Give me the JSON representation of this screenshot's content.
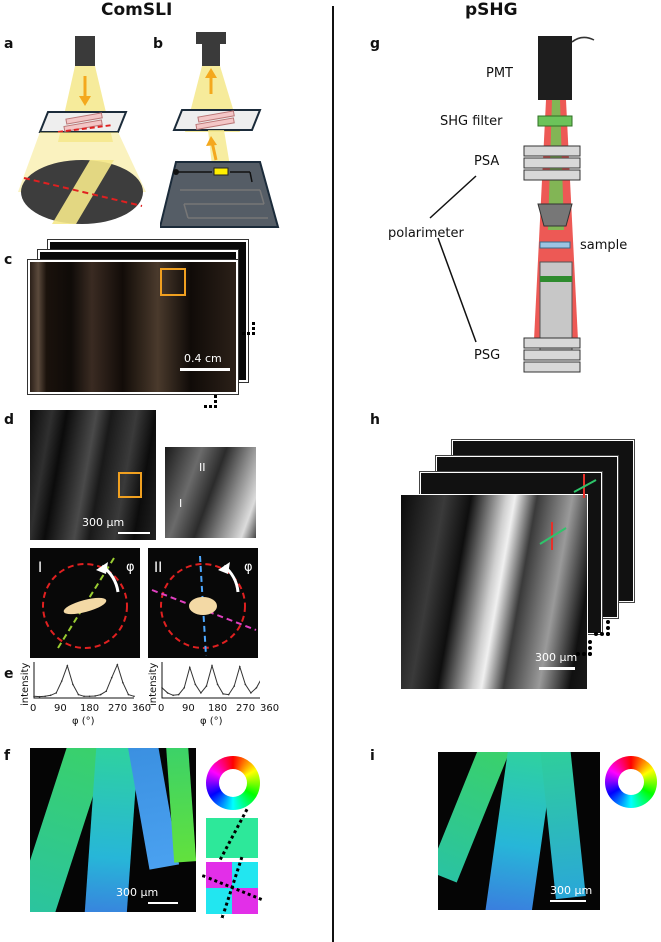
{
  "headers": {
    "left": "ComSLI",
    "right": "pSHG"
  },
  "panels": {
    "a": "a",
    "b": "b",
    "c": "c",
    "d": "d",
    "e": "e",
    "f": "f",
    "g": "g",
    "h": "h",
    "i": "i"
  },
  "scalebars": {
    "c": "0.4 cm",
    "d": "300 µm",
    "f": "300 µm",
    "h": "300 µm",
    "i": "300 µm"
  },
  "insets": {
    "I": "I",
    "II": "II",
    "phi": "φ"
  },
  "plot_e": {
    "ylabel": "intensity",
    "xlabel": "φ (°)",
    "ticks": [
      "0",
      "90",
      "180",
      "270",
      "360"
    ]
  },
  "pshg_labels": {
    "pmt": "PMT",
    "shg_filter": "SHG filter",
    "psa": "PSA",
    "polarimeter": "polarimeter",
    "sample": "sample",
    "psg": "PSG"
  },
  "colors": {
    "beam_yellow": "#f5e88a",
    "arrow_orange": "#f4a81d",
    "roi_orange": "#f0a020",
    "laser_red": "#e8302a",
    "filter_green": "#4caf50",
    "sample_blue": "#9cc4e4"
  },
  "chart_data": [
    {
      "type": "line",
      "name": "panel e I",
      "x": [
        0,
        20,
        40,
        60,
        80,
        100,
        120,
        140,
        160,
        180,
        200,
        220,
        240,
        260,
        280,
        300,
        320,
        340,
        360
      ],
      "values": [
        0.05,
        0.04,
        0.05,
        0.08,
        0.15,
        0.5,
        0.95,
        0.4,
        0.1,
        0.05,
        0.05,
        0.06,
        0.1,
        0.2,
        0.6,
        0.98,
        0.45,
        0.1,
        0.05
      ],
      "ticks": [
        "0",
        "90",
        "180",
        "270",
        "360"
      ]
    },
    {
      "type": "line",
      "name": "panel e II",
      "x": [
        0,
        20,
        40,
        60,
        80,
        100,
        120,
        140,
        160,
        180,
        200,
        220,
        240,
        260,
        280,
        300,
        320,
        340,
        360
      ],
      "values": [
        0.3,
        0.15,
        0.08,
        0.1,
        0.3,
        0.9,
        0.4,
        0.15,
        0.35,
        0.95,
        0.4,
        0.12,
        0.1,
        0.35,
        0.92,
        0.4,
        0.15,
        0.3,
        0.6
      ],
      "ticks": [
        "0",
        "90",
        "180",
        "270",
        "360"
      ]
    }
  ]
}
